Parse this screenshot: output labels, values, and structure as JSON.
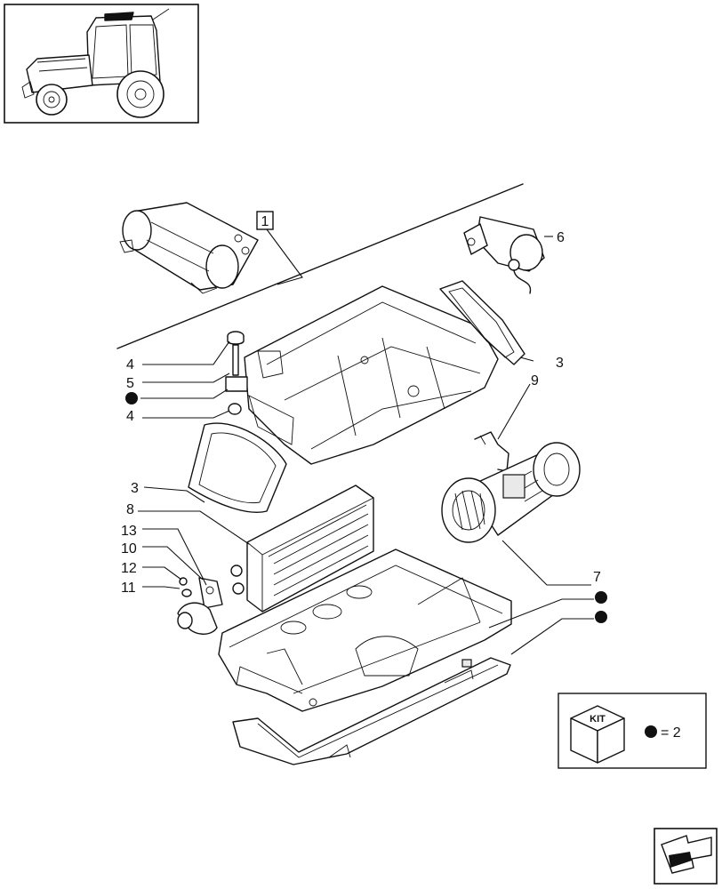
{
  "thumbnail": {
    "icon": "tractor-icon"
  },
  "parts": {
    "ref_box": "1",
    "motor": "6",
    "gasket_right": "3",
    "bracket": "9",
    "nut_top": "4",
    "stud": "5",
    "nut_bottom": "4",
    "gasket_left": "3",
    "heater_core": "8",
    "seal": "13",
    "clip": "10",
    "washer": "12",
    "screw": "11",
    "blower": "7"
  },
  "kit_box": {
    "kit_label": "KIT",
    "equation": "= 2",
    "icon": "kit-cube-icon"
  },
  "nav": {
    "icon": "next-page-arrow-icon"
  }
}
